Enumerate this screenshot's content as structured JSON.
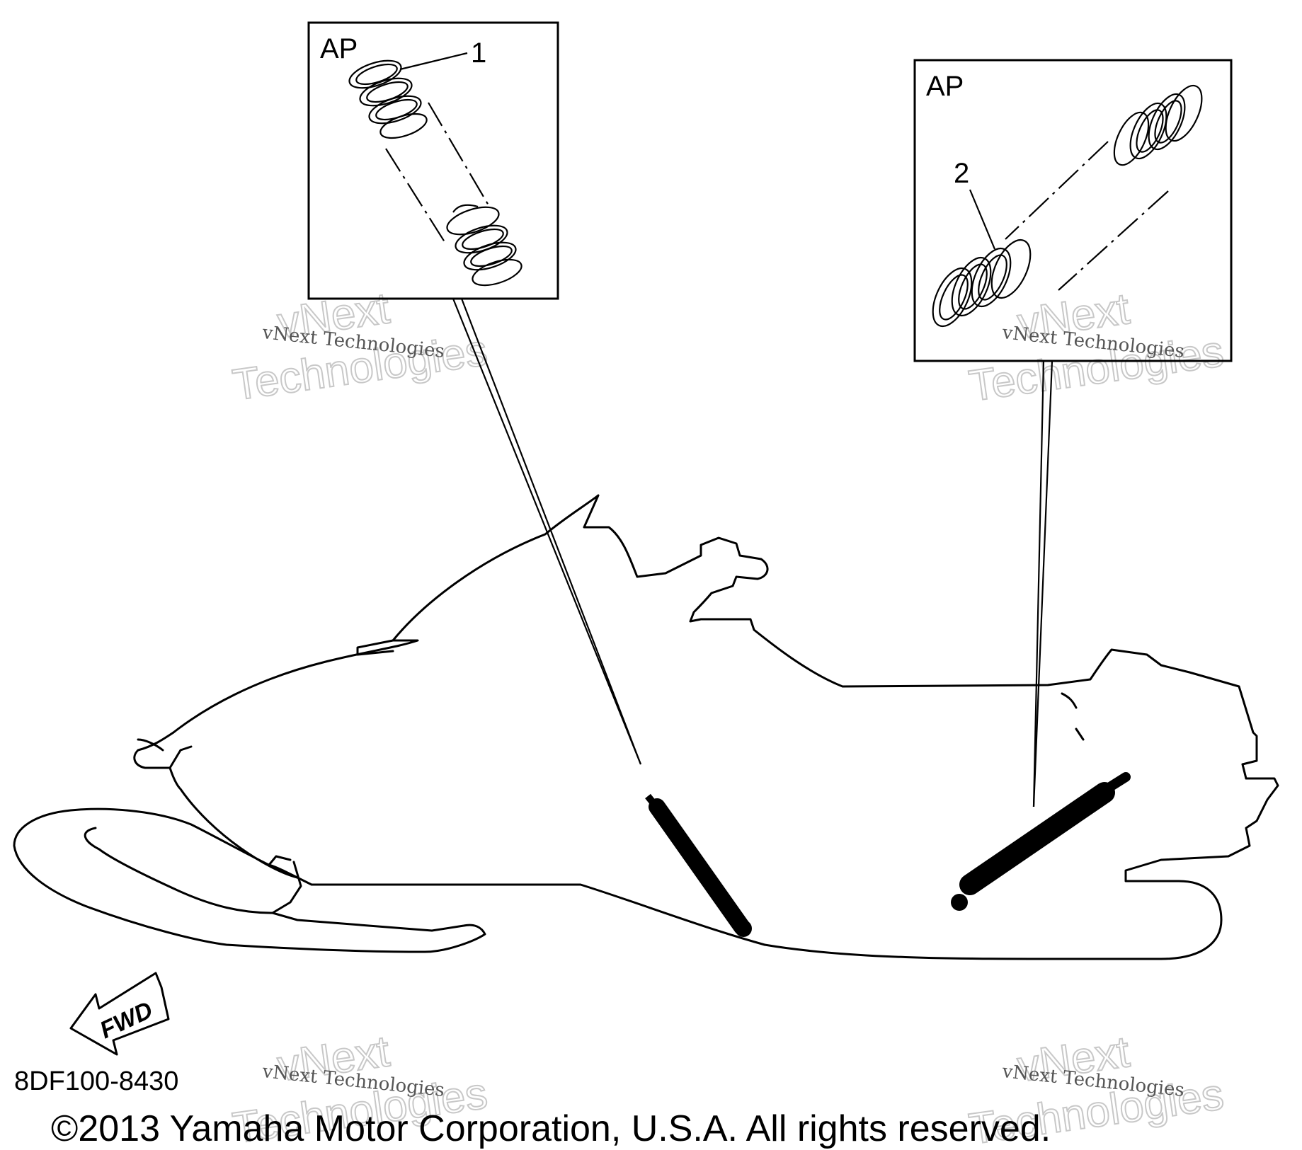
{
  "callouts": [
    {
      "label": "AP",
      "part_number": "1"
    },
    {
      "label": "AP",
      "part_number": "2"
    }
  ],
  "direction_label": "FWD",
  "diagram_code": "8DF100-8430",
  "watermark": {
    "small": "vNext Technologies",
    "large_line1": "vNext",
    "large_line2": "Technologies"
  },
  "copyright": "©2013 Yamaha Motor Corporation, U.S.A. All rights reserved."
}
